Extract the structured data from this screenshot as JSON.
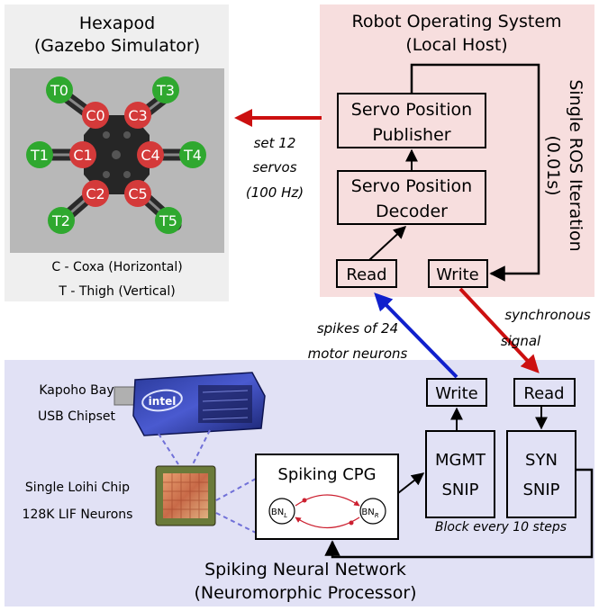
{
  "hexapod_panel": {
    "title_line1": "Hexapod",
    "title_line2": "(Gazebo Simulator)",
    "coxa_labels": [
      "C0",
      "C1",
      "C2",
      "C3",
      "C4",
      "C5"
    ],
    "thigh_labels": [
      "T0",
      "T1",
      "T2",
      "T3",
      "T4",
      "T5"
    ],
    "legend_coxa": "C - Coxa (Horizontal)",
    "legend_thigh": "T - Thigh (Vertical)",
    "colors": {
      "coxa": "#d43a3a",
      "thigh": "#2fa82f",
      "background": "#b8b8b8"
    }
  },
  "ros_panel": {
    "title_line1": "Robot Operating System",
    "title_line2": "(Local Host)",
    "side_label_line1": "Single ROS Iteration",
    "side_label_line2": "(0.01s)",
    "publisher_line1": "Servo Position",
    "publisher_line2": "Publisher",
    "decoder_line1": "Servo Position",
    "decoder_line2": "Decoder",
    "read_label": "Read",
    "write_label": "Write",
    "color": "#f7dede"
  },
  "set_servos": {
    "line1": "set 12",
    "line2": "servos",
    "line3": "(100 Hz)"
  },
  "spikes_label": {
    "line1": "spikes of 24",
    "line2": "motor neurons"
  },
  "sync_label": {
    "line1": "synchronous",
    "line2": "signal"
  },
  "neuro_panel": {
    "title_line1": "Spiking Neural Network",
    "title_line2": "(Neuromorphic Processor)",
    "kapoho_line1": "Kapoho Bay",
    "kapoho_line2": "USB Chipset",
    "loihi_line1": "Single Loihi Chip",
    "loihi_line2": "128K LIF Neurons",
    "cpg_title": "Spiking CPG",
    "bn_left_main": "BN",
    "bn_left_sub": "L",
    "bn_right_main": "BN",
    "bn_right_sub": "R",
    "mgmt_line1": "MGMT",
    "mgmt_line2": "SNIP",
    "syn_line1": "SYN",
    "syn_line2": "SNIP",
    "write_label": "Write",
    "read_label": "Read",
    "block_note": "Block every 10 steps",
    "color": "#e1e1f5"
  },
  "usb_logo_text": "intel"
}
